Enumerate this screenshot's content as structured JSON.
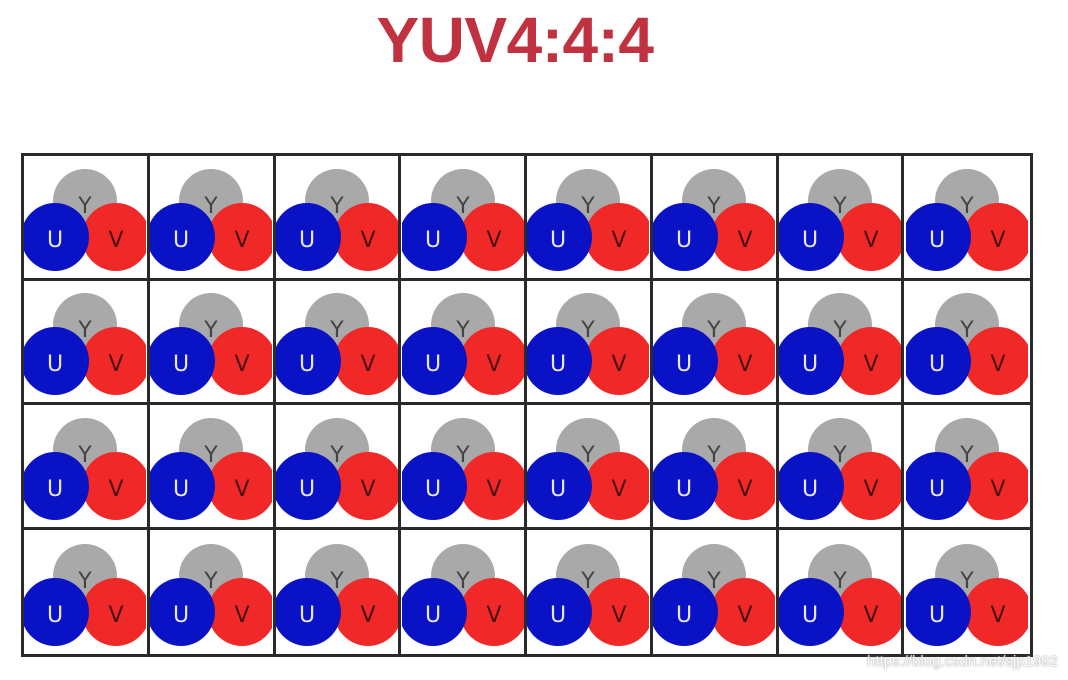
{
  "title": "YUV4:4:4",
  "grid": {
    "rows": 4,
    "cols": 8
  },
  "pixel": {
    "y_label": "Y",
    "u_label": "U",
    "v_label": "V",
    "y_color": "#a9a9a9",
    "u_color": "#0a12c6",
    "v_color": "#f02828"
  },
  "watermark": "https://blog.csdn.net/sjp1992"
}
